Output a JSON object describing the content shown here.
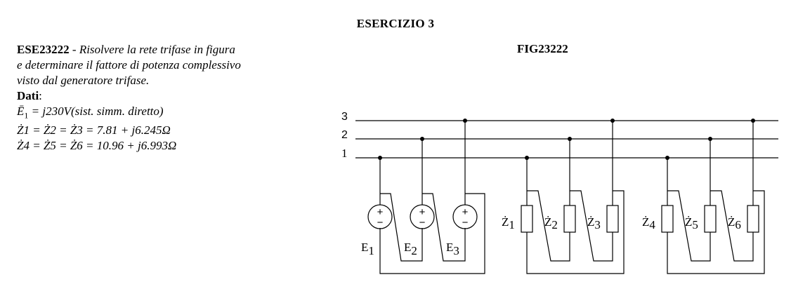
{
  "title": "ESERCIZIO 3",
  "problem": {
    "code": "ESE23222",
    "separator": " - ",
    "lines": [
      "Risolvere la rete trifase in figura",
      "e determinare il fattore di potenza complessivo",
      "visto dal generatore trifase."
    ],
    "data_heading": "Dati",
    "data_colon": ":",
    "equations": {
      "e1": {
        "lhs": "Ē",
        "lhs_sub": "1",
        "rhs": "= j230V(sist. simm. diretto)"
      },
      "z123": {
        "text": "Ż1 = Ż2 = Ż3 = 7.81 + j6.245Ω"
      },
      "z456": {
        "text": "Ż4 = Ż5 = Ż6 = 10.96 + j6.993Ω"
      }
    }
  },
  "figure": {
    "title": "FIG23222",
    "line_labels": [
      "3",
      "2",
      "1"
    ],
    "sources": [
      {
        "name": "E",
        "sub": "1"
      },
      {
        "name": "E",
        "sub": "2"
      },
      {
        "name": "E",
        "sub": "3"
      }
    ],
    "impedances": [
      {
        "name": "Ż",
        "sub": "1"
      },
      {
        "name": "Ż",
        "sub": "2"
      },
      {
        "name": "Ż",
        "sub": "3"
      },
      {
        "name": "Ż",
        "sub": "4"
      },
      {
        "name": "Ż",
        "sub": "5"
      },
      {
        "name": "Ż",
        "sub": "6"
      }
    ],
    "plus_symbol": "+",
    "minus_symbol": "−"
  }
}
